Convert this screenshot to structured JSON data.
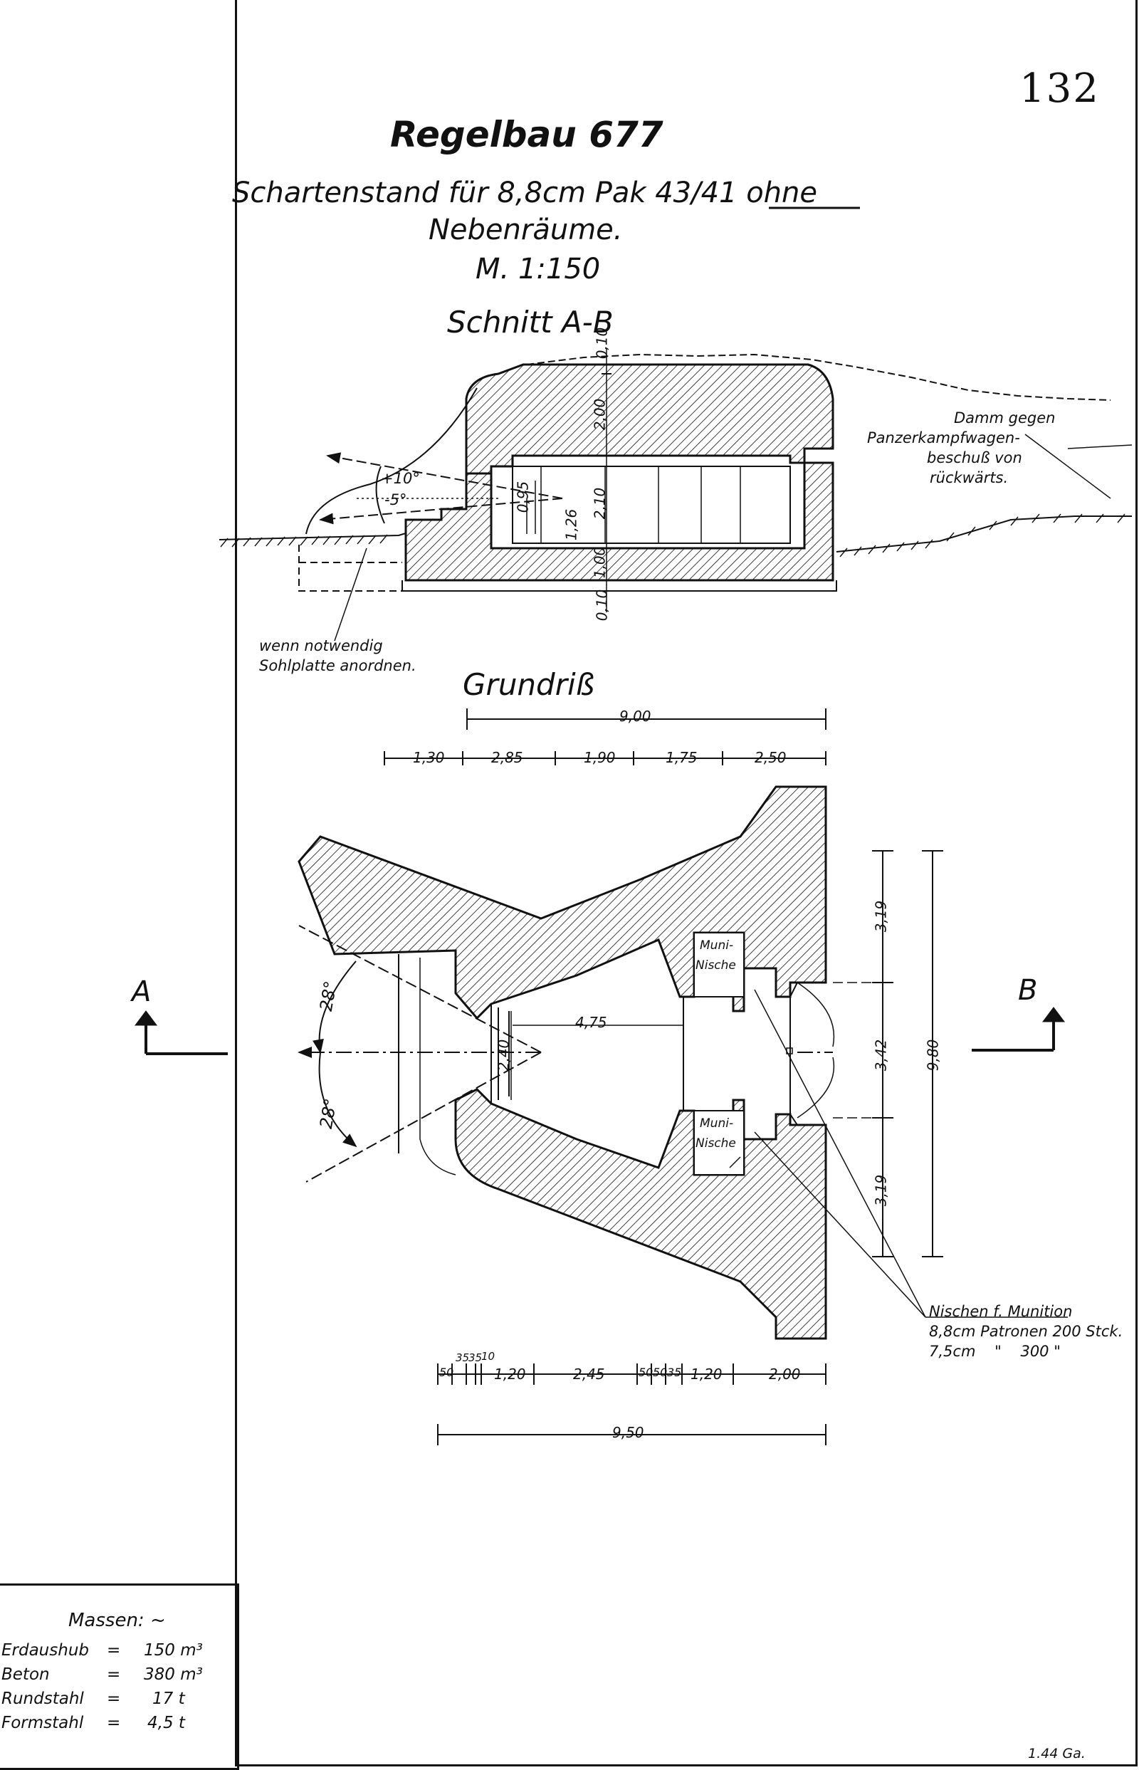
{
  "page_number": "132",
  "title": "Regelbau 677",
  "subtitle_line1": "Schartenstand für 8,8cm Pak 43/41 ohne",
  "subtitle_line2": "Nebenräume.",
  "scale": "M. 1:150",
  "section": {
    "title": "Schnitt A-B",
    "dims_vertical": [
      "0,10",
      "2,00",
      "2,10",
      "1,00",
      "0,10"
    ],
    "dims_small": [
      "0,95",
      "1,26"
    ],
    "angles": [
      "+10°",
      "-5°"
    ],
    "note_damm": [
      "Damm gegen",
      "Panzerkampfwagen-",
      "beschuß von",
      "rückwärts."
    ],
    "note_sohle": [
      "wenn notwendig",
      "Sohlplatte anordnen."
    ]
  },
  "plan": {
    "title": "Grundriß",
    "total_top": "9,00",
    "top_dims": [
      "1,30",
      "2,85",
      "1,90",
      "1,75",
      "2,50"
    ],
    "inner_dims": [
      "4,75",
      "2,40"
    ],
    "angles": [
      "28°",
      "28°"
    ],
    "right_dims": [
      "3,19",
      "3,42",
      "3,19"
    ],
    "total_right": "9,80",
    "niche_label_top": [
      "Muni-",
      "Nische"
    ],
    "niche_label_bottom": [
      "Muni-",
      "Nische"
    ],
    "marker_a": "A",
    "marker_b": "B",
    "bottom_small_dims": [
      "35",
      "35",
      "10"
    ],
    "bottom_dims": [
      "50",
      "1,20",
      "2,45",
      "50",
      "50",
      "35",
      "1,20",
      "2,00"
    ],
    "total_bottom": "9,50",
    "ammo_note": [
      "Nischen f. Munition",
      "8,8cm Patronen 200 Stck.",
      "7,5cm    \"    300 \""
    ]
  },
  "masses": {
    "header": "Massen: ~",
    "rows": [
      {
        "label": "Erdaushub",
        "sep": "=",
        "value": "150 m³"
      },
      {
        "label": "Beton",
        "sep": "=",
        "value": "380 m³"
      },
      {
        "label": "Rundstahl",
        "sep": "=",
        "value": "17 t"
      },
      {
        "label": "Formstahl",
        "sep": "=",
        "value": "4,5 t"
      }
    ]
  },
  "stamp": "1.44 Ga."
}
